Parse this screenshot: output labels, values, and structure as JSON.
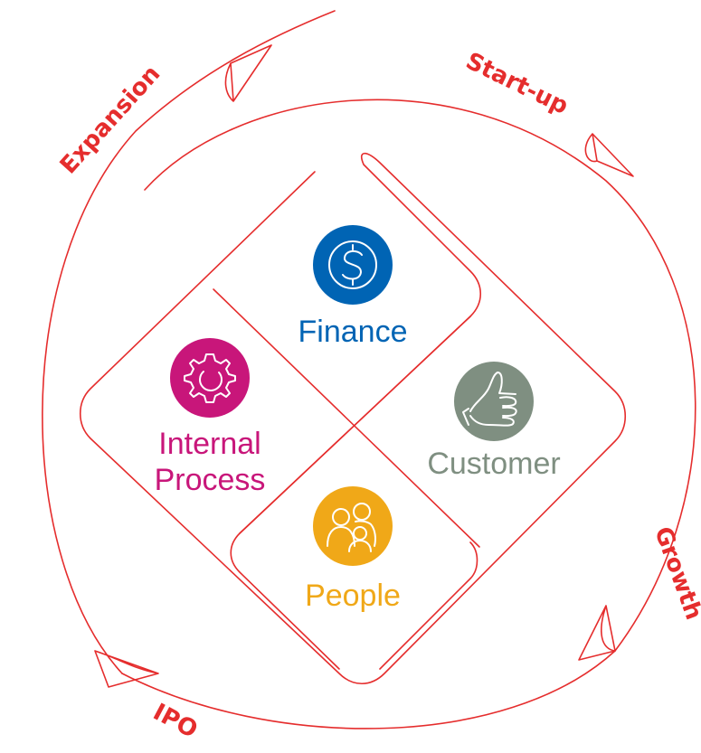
{
  "colors": {
    "ring": "#e52d2d",
    "finance": "#0064b4",
    "internal_process": "#c8167a",
    "customer": "#7f8f81",
    "people": "#f0a818"
  },
  "stages": {
    "start_up": "Start-up",
    "growth": "Growth",
    "ipo": "IPO",
    "expansion": "Expansion"
  },
  "quadrants": {
    "finance": {
      "label": "Finance",
      "icon": "dollar-coin-icon"
    },
    "internal_process": {
      "line1": "Internal",
      "line2": "Process",
      "icon": "gear-icon"
    },
    "customer": {
      "label": "Customer",
      "icon": "thumbs-up-icon"
    },
    "people": {
      "label": "People",
      "icon": "people-group-icon"
    }
  }
}
